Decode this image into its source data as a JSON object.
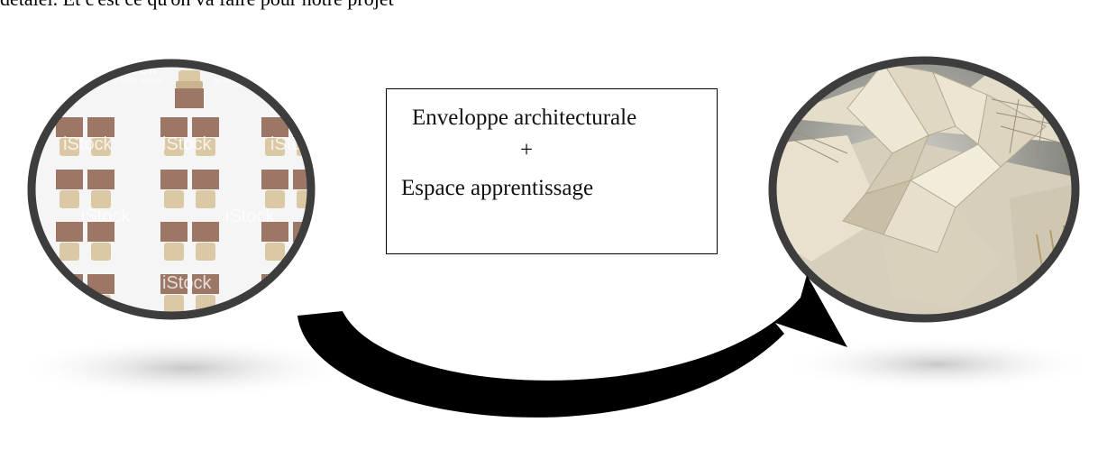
{
  "header": {
    "text": "détaïel. Et c'est ce qu'on va faire pour notre projet"
  },
  "center_box": {
    "line1": "Enveloppe architecturale",
    "plus": "+",
    "line2": "Espace apprentissage"
  },
  "left_image": {
    "watermark": "iStock",
    "watermark_sub": "by Getty Images"
  },
  "colors": {
    "frame": "#3d3d3d",
    "desk": "#9c7766",
    "chair": "#dbc9a6",
    "model": "#e2dbc6",
    "arrow": "#000000"
  }
}
